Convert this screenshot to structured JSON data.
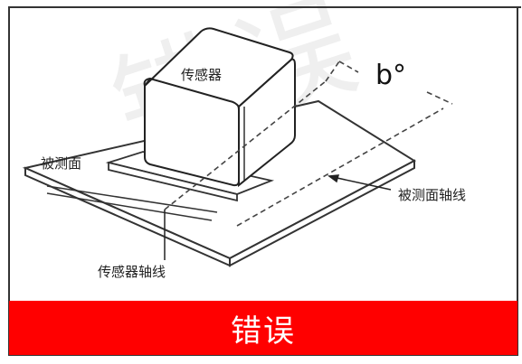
{
  "labels": {
    "sensor": "传感器",
    "angle": "b°",
    "measured_surface": "被测面",
    "measured_surface_axis": "被测面轴线",
    "sensor_axis": "传感器轴线"
  },
  "verdict": {
    "text": "错误",
    "color": "#ff0000"
  },
  "watermark": {
    "text": "错误"
  }
}
